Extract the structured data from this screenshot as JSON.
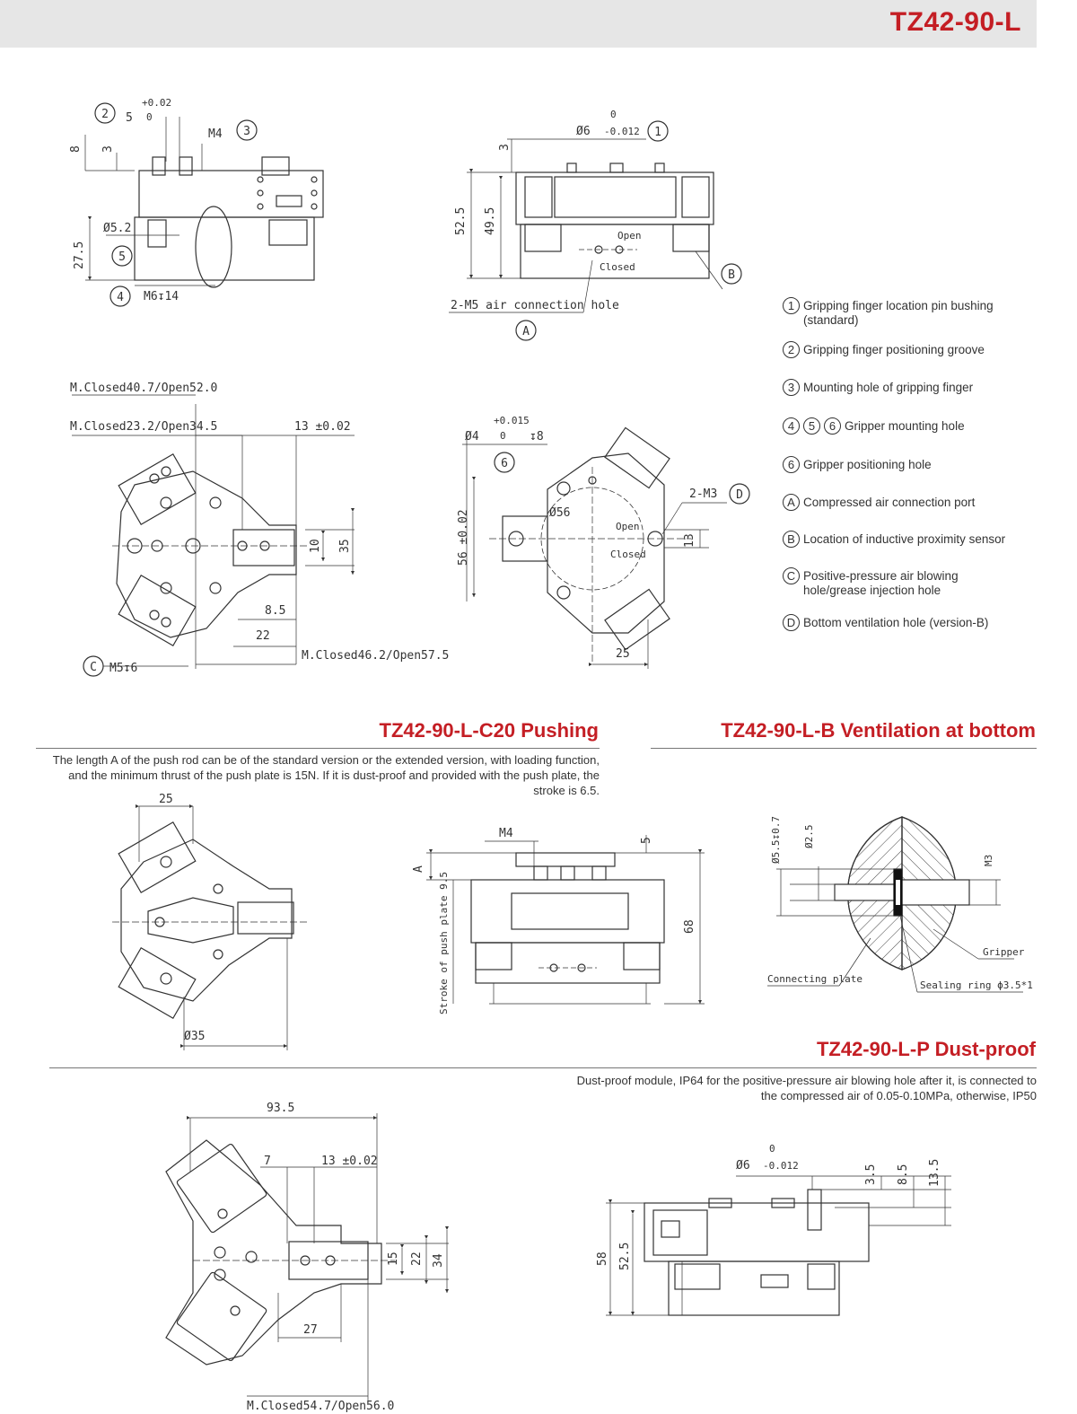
{
  "header": {
    "title": "TZ42-90-L"
  },
  "legend": [
    {
      "marks": [
        "1"
      ],
      "text": "Gripping finger location pin bushing (standard)"
    },
    {
      "marks": [
        "2"
      ],
      "text": "Gripping finger positioning groove"
    },
    {
      "marks": [
        "3"
      ],
      "text": "Mounting hole of gripping finger"
    },
    {
      "marks": [
        "4",
        "5",
        "6"
      ],
      "text": "Gripper mounting hole"
    },
    {
      "marks": [
        "6"
      ],
      "text": "Gripper positioning hole"
    },
    {
      "marks": [
        "A"
      ],
      "text": "Compressed air connection port"
    },
    {
      "marks": [
        "B"
      ],
      "text": "Location of inductive proximity sensor"
    },
    {
      "marks": [
        "C"
      ],
      "text": "Positive-pressure air blowing hole/grease injection hole"
    },
    {
      "marks": [
        "D"
      ],
      "text": "Bottom ventilation hole (version-B)"
    }
  ],
  "sections": {
    "pushing": {
      "title": "TZ42-90-L-C20 Pushing",
      "desc": "The length A of the push rod can be of the standard version or the extended version, with loading function, and the minimum thrust of the push plate is 15N. If it is dust-proof and provided with the push plate, the stroke is 6.5."
    },
    "ventilation": {
      "title": "TZ42-90-L-B Ventilation at bottom"
    },
    "dustproof": {
      "title": "TZ42-90-L-P Dust-proof",
      "desc": "Dust-proof module, IP64 for the positive-pressure air blowing hole after it, is connected to the compressed air of 0.05-0.10MPa, otherwise, IP50"
    }
  },
  "drawings": {
    "side_left": {
      "callouts": [
        "2",
        "3",
        "5",
        "4"
      ],
      "labels": [
        "5",
        "+0.02",
        "0",
        "M4",
        "8",
        "3",
        "Ø5.2",
        "27.5",
        "M6↧14"
      ]
    },
    "side_front": {
      "callouts": [
        "1",
        "A",
        "B"
      ],
      "labels": [
        "Ø6",
        "0",
        "-0.012",
        "3",
        "52.5",
        "49.5",
        "Open",
        "Closed",
        "2-M5 air connection hole"
      ]
    },
    "top_view": {
      "callouts": [
        "C"
      ],
      "labels": [
        "M.Closed40.7/Open52.0",
        "M.Closed23.2/Open34.5",
        "13 ±0.02",
        "10",
        "35",
        "8.5",
        "22",
        "M.Closed46.2/Open57.5",
        "M5↧6"
      ]
    },
    "bottom_view": {
      "callouts": [
        "6",
        "D"
      ],
      "labels": [
        "Ø4",
        "+0.015",
        "0",
        "↧8",
        "Ø56",
        "56 ±0.02",
        "Open",
        "Closed",
        "2-M3",
        "13",
        "25"
      ]
    },
    "pushing_top": {
      "labels": [
        "25",
        "Ø35"
      ]
    },
    "pushing_side": {
      "labels": [
        "M4",
        "5",
        "A",
        "68",
        "Stroke of push plate 9.5"
      ]
    },
    "ventilation_section": {
      "labels": [
        "Ø5.5↧0.7",
        "Ø2.5",
        "M3",
        "Gripper",
        "Connecting plate",
        "Sealing ring ϕ3.5*1"
      ]
    },
    "dust_top": {
      "labels": [
        "93.5",
        "7",
        "13 ±0.02",
        "15",
        "22",
        "34",
        "27",
        "M.Closed54.7/Open56.0"
      ]
    },
    "dust_side": {
      "labels": [
        "Ø6",
        "0",
        "-0.012",
        "3.5",
        "8.5",
        "13.5",
        "58",
        "52.5"
      ]
    }
  },
  "colors": {
    "accent": "#c41e24",
    "header_bg": "#e6e6e6",
    "line": "#333333"
  }
}
